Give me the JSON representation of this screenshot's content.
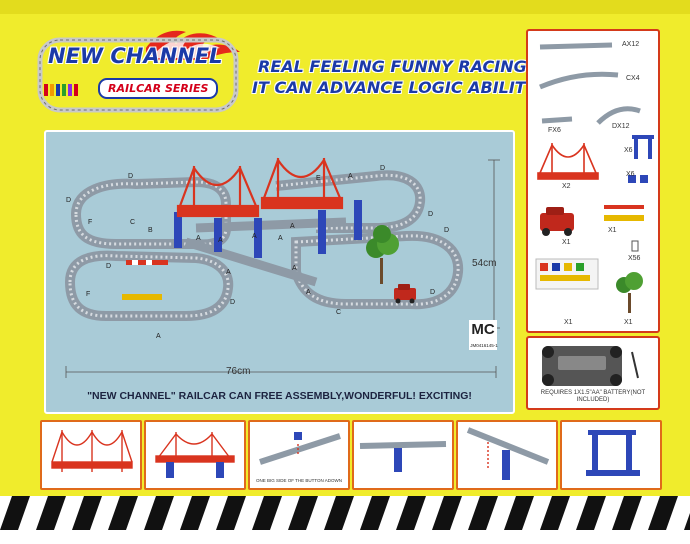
{
  "logo": {
    "title": "NEW CHANNEL",
    "subtitle": "RAILCAR SERIES"
  },
  "tagline": {
    "line1": "REAL FEELING FUNNY RACING",
    "line2": "IT CAN ADVANCE LOGIC ABILITY"
  },
  "scene": {
    "width_label": "76cm",
    "height_label": "54cm",
    "caption": "\"NEW CHANNEL\" RAILCAR CAN FREE ASSEMBLY,WONDERFUL! EXCITING!",
    "track_letters": [
      "A",
      "B",
      "C",
      "D",
      "E",
      "F"
    ]
  },
  "brand_mark": {
    "logo": "MC",
    "code": "JM0416145-1"
  },
  "parts": [
    {
      "name": "straight-track",
      "qty": "AX12"
    },
    {
      "name": "curved-track",
      "qty": "CX4"
    },
    {
      "name": "short-track",
      "qty": "FX6"
    },
    {
      "name": "corner-track",
      "qty": "DX12"
    },
    {
      "name": "support-pillar",
      "qty": "X6"
    },
    {
      "name": "bridge",
      "qty": "X2"
    },
    {
      "name": "pillar-base",
      "qty": "X6"
    },
    {
      "name": "railcar",
      "qty": "X1"
    },
    {
      "name": "barrier-signs",
      "qty": "X1"
    },
    {
      "name": "sticker-sheet",
      "qty": "X1"
    },
    {
      "name": "small-pieces",
      "qty": "X56"
    },
    {
      "name": "tree",
      "qty": "X1"
    }
  ],
  "battery": {
    "note": "REQUIRES 1X1.5\"AA\" BATTERY(NOT INCLUDED)"
  },
  "steps": {
    "note3": "ONE BIG SIDE OF THE BUTTON ADOWN"
  },
  "colors": {
    "box_yellow": "#f0ec2c",
    "brand_blue": "#1b3aa8",
    "brand_red": "#d4001a",
    "scene_blue": "#a9cbd7",
    "frame_red": "#d43a1a",
    "frame_orange": "#e06a1a"
  }
}
